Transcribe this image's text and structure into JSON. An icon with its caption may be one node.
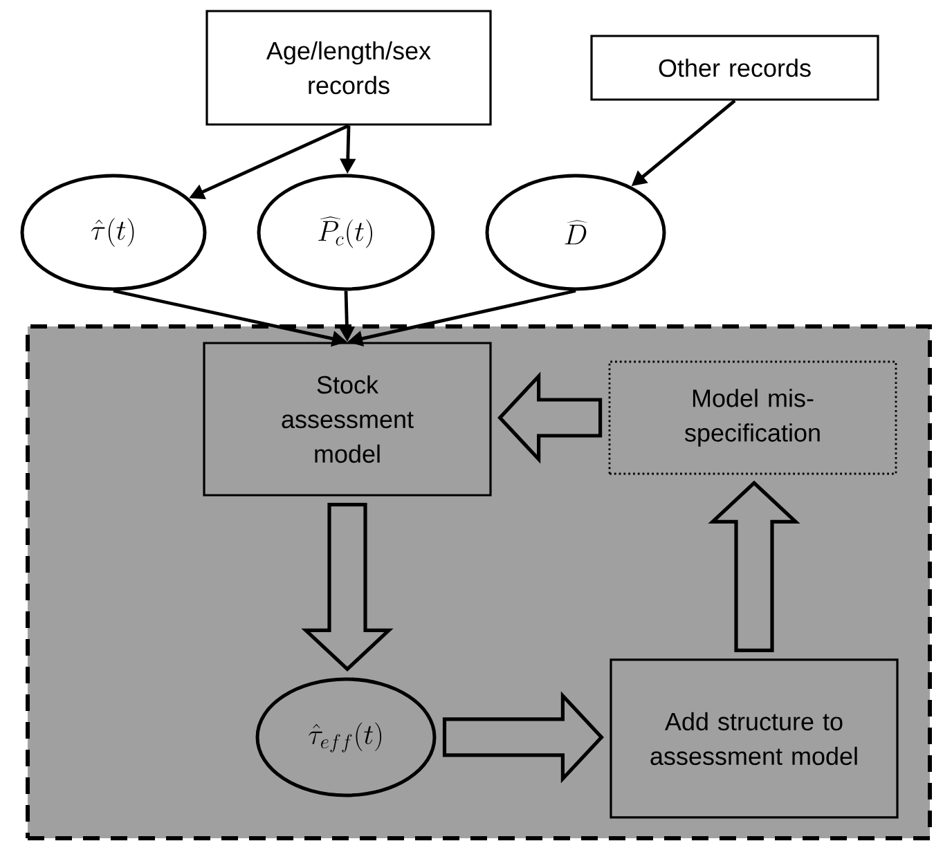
{
  "diagram": {
    "nodes": [
      {
        "text": [
          "Age/length/sex records"
        ]
      },
      {
        "text": [
          "Other records"
        ]
      },
      {
        "text": [
          "\\hat{\\tau}(t)"
        ]
      },
      {
        "text": [
          "\\widehat{P}_c(t)"
        ]
      },
      {
        "text": [
          "\\widehat{D}"
        ]
      },
      {
        "text": [],
        "shape": "box"
      },
      {
        "text": [
          "Stock assessment model"
        ],
        "in": 5
      },
      {
        "text": [
          "Model mis-specification"
        ],
        "in": 5
      },
      {
        "text": [
          "\\hat{\\tau}_{eff}(t)"
        ],
        "in": 5
      },
      {
        "text": [
          "Add structure to assessment model"
        ],
        "in": 5
      }
    ],
    "edges": [
      {
        "from": 0,
        "to": 2,
        "arrow": "to"
      },
      {
        "from": 0,
        "to": 3,
        "arrow": "to"
      },
      {
        "from": 1,
        "to": 4,
        "arrow": "to"
      },
      {
        "from": 2,
        "to": 6,
        "arrow": "to"
      },
      {
        "from": 3,
        "to": 6,
        "arrow": "to"
      },
      {
        "from": 4,
        "to": 6,
        "arrow": "to"
      },
      {
        "from": 7,
        "to": 6,
        "arrow": "to",
        "style": "thick"
      },
      {
        "from": 6,
        "to": 8,
        "arrow": "to",
        "style": "thick"
      },
      {
        "from": 8,
        "to": 9,
        "arrow": "to",
        "style": "thick"
      },
      {
        "from": 9,
        "to": 7,
        "arrow": "to",
        "style": "thick"
      }
    ]
  }
}
